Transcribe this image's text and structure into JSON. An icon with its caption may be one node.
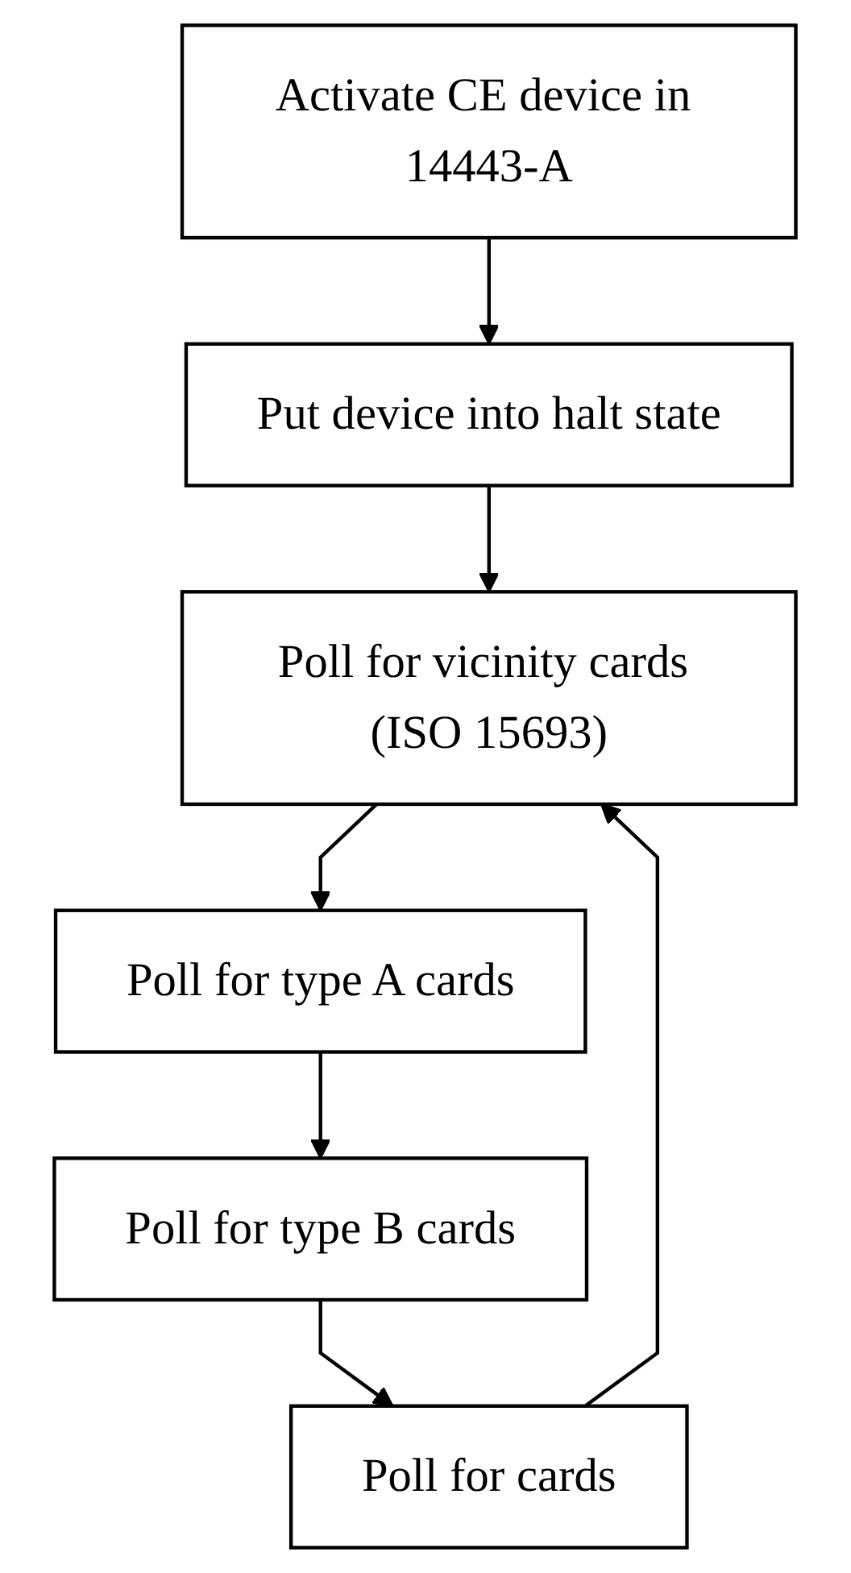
{
  "diagram": {
    "nodes": [
      {
        "text": [
          "Activate CE device in 14443-A"
        ]
      },
      {
        "text": [
          "Put device into halt state"
        ]
      },
      {
        "text": [
          "Poll for vicinity cards (ISO 15693)"
        ]
      },
      {
        "text": [
          "Poll for type A cards"
        ]
      },
      {
        "text": [
          "Poll for type B cards"
        ]
      },
      {
        "text": [
          "Poll for cards"
        ]
      }
    ],
    "edges": [
      {
        "from": 0,
        "to": 1,
        "arrow": "to"
      },
      {
        "from": 1,
        "to": 2,
        "arrow": "to"
      },
      {
        "from": 2,
        "to": 3,
        "arrow": "to"
      },
      {
        "from": 3,
        "to": 4,
        "arrow": "to"
      },
      {
        "from": 4,
        "to": 5,
        "arrow": "to"
      },
      {
        "from": 5,
        "to": 2,
        "arrow": "to"
      }
    ]
  }
}
